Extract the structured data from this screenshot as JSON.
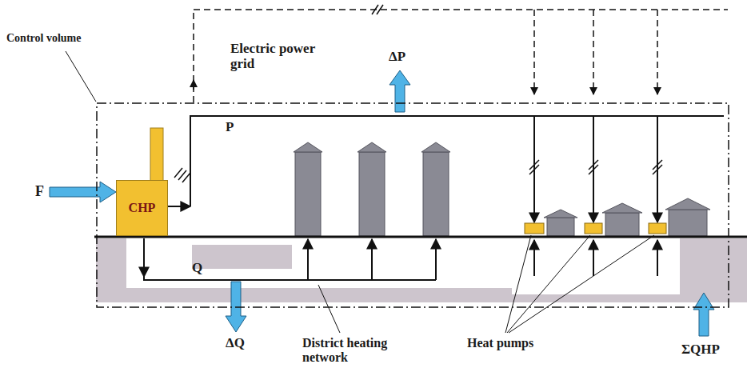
{
  "diagram": {
    "nodes": [
      {
        "text": [
          "Control volume"
        ]
      },
      {
        "text": [
          "CHP"
        ],
        "in": 0
      }
    ],
    "labels": [
      "Electric power grid",
      "ΔP",
      "P",
      "F",
      "Q",
      "ΔQ",
      "District heating network",
      "Heat pumps",
      "ΣQHP"
    ]
  }
}
